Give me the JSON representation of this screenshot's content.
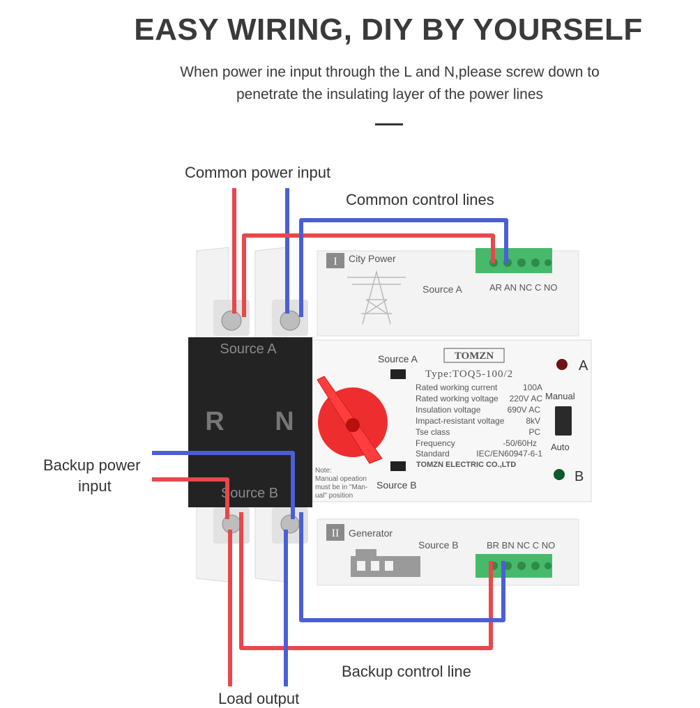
{
  "header": {
    "title": "EASY WIRING, DIY BY YOURSELF",
    "subtitle_line1": "When power ine input through the L and N,please screw down to",
    "subtitle_line2": "penetrate the insulating layer of the power lines"
  },
  "callouts": {
    "common_power_input": "Common power input",
    "common_control_lines": "Common control lines",
    "backup_power_input_line1": "Backup power",
    "backup_power_input_line2": "input",
    "backup_control_line": "Backup control line",
    "load_output": "Load output"
  },
  "device": {
    "top_module": {
      "badge": "I",
      "title": "City Power",
      "source": "Source A",
      "terminals": "AR AN NC C NO"
    },
    "bottom_module": {
      "badge": "II",
      "title": "Generator",
      "source": "Source B",
      "terminals": "BR BN NC C NO"
    },
    "black_block": {
      "top": "Source A",
      "left": "R",
      "right": "N",
      "bottom": "Source B"
    },
    "front": {
      "source_a": "Source A",
      "source_b": "Source B",
      "brand": "TOMZN",
      "type": "Type:TOQ5-100/2",
      "spec_labels": [
        "Rated working current",
        "Rated working voltage",
        "Insulation voltage",
        "Impact-resistant voltage",
        "Tse class",
        "Frequency",
        "Standard"
      ],
      "spec_values": [
        "100A",
        "220V AC",
        "690V AC",
        "8kV",
        "PC",
        "-50/60Hz",
        "IEC/EN60947-6-1"
      ],
      "maker": "TOMZN ELECTRIC CO.,LTD",
      "note": [
        "Note:",
        "Manual opeation",
        "must be in \"Man-",
        "ual\" position"
      ],
      "manual": "Manual",
      "auto": "Auto",
      "indicator_a": "A",
      "indicator_b": "B"
    }
  },
  "colors": {
    "red_wire": "#e8474b",
    "blue_wire": "#4a5fd6",
    "green_terminal": "#47b96a",
    "handle_red": "#ee2e2e",
    "black_block": "#232323"
  }
}
